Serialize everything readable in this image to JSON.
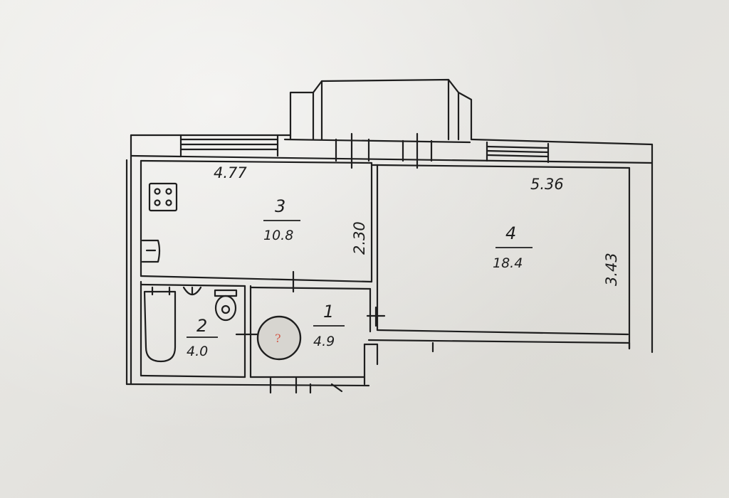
{
  "plan": {
    "colors": {
      "ink": "#1e1e1e",
      "paper": "#e9e8e4",
      "marker": "#d25a4a"
    },
    "rooms": [
      {
        "id": "1",
        "number": "1",
        "area": "4.9"
      },
      {
        "id": "2",
        "number": "2",
        "area": "4.0"
      },
      {
        "id": "3",
        "number": "3",
        "area": "10.8"
      },
      {
        "id": "4",
        "number": "4",
        "area": "18.4"
      }
    ],
    "dimensions": {
      "kitchen_width": "4.77",
      "kitchen_depth": "2.30",
      "room_width": "5.36",
      "room_depth": "3.43"
    },
    "marker": {
      "symbol": "?"
    }
  }
}
